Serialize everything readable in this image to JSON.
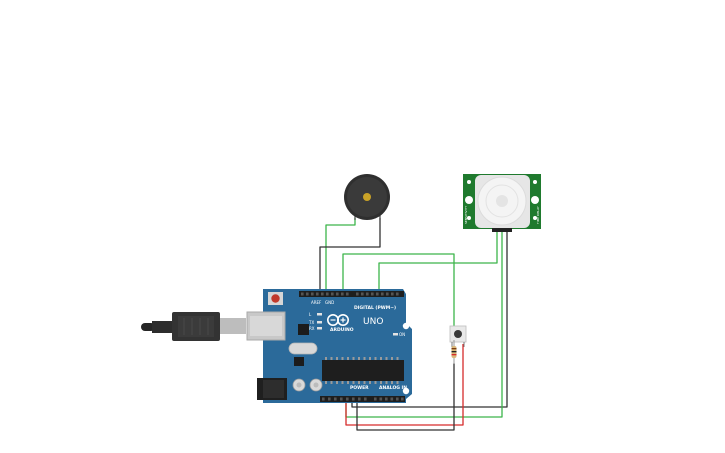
{
  "board": {
    "model": "UNO",
    "brand": "ARDUINO",
    "digital_label": "DIGITAL (PWM~)",
    "power_label": "POWER",
    "analog_label": "ANALOG IN",
    "led_tx": "TX",
    "led_rx": "RX",
    "led_l": "L",
    "led_on": "ON",
    "aref": "AREF",
    "gnd": "GND"
  },
  "pir": {
    "label_left": "SENSITIVITY",
    "label_right": "TIME DELAY"
  },
  "colors": {
    "board": "#2b6a9a",
    "wire_green": "#3cb54a",
    "wire_black": "#333333",
    "wire_red": "#d62b2b",
    "pir_pcb": "#1f7a2e",
    "buzzer": "#333333"
  }
}
